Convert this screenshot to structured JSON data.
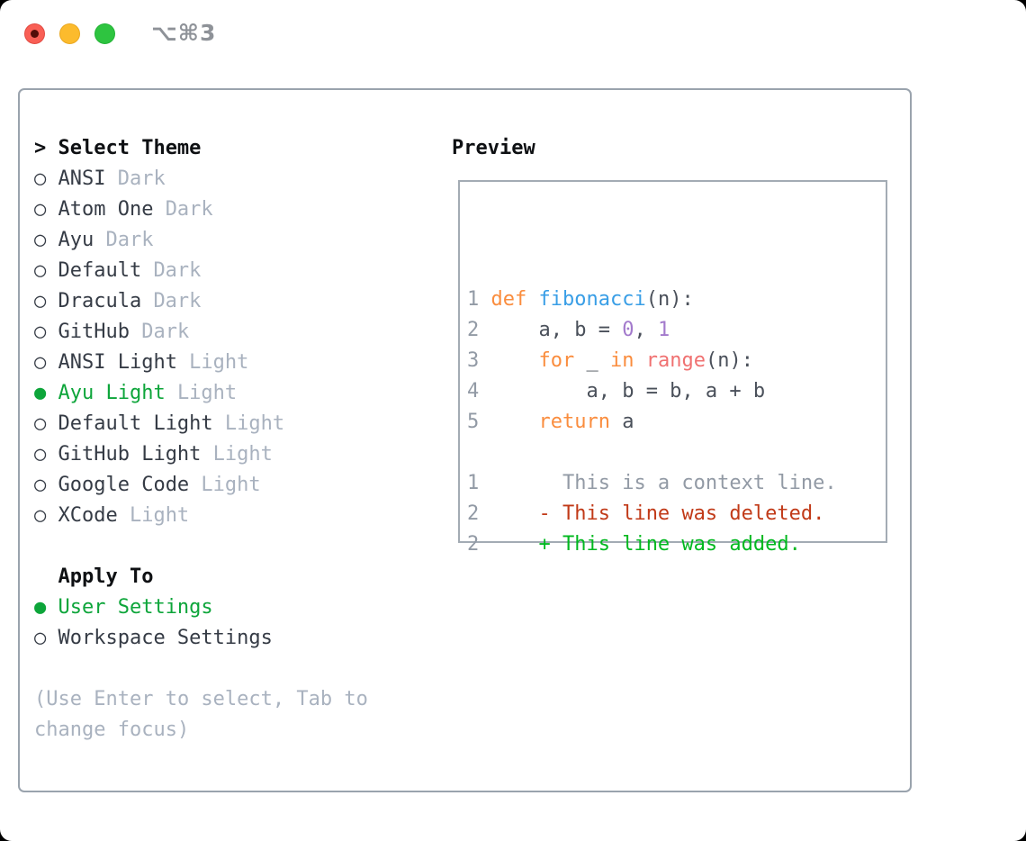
{
  "window": {
    "title": "⌥⌘3",
    "traffic_lights": {
      "close_color": "#f95f55",
      "minimize_color": "#fcbb2d",
      "zoom_color": "#2ec440"
    }
  },
  "theme_panel": {
    "header": {
      "marker": ">",
      "label": "Select Theme"
    },
    "themes": [
      {
        "marker": "○",
        "name": "ANSI",
        "tag": "Dark",
        "selected": false
      },
      {
        "marker": "○",
        "name": "Atom One",
        "tag": "Dark",
        "selected": false
      },
      {
        "marker": "○",
        "name": "Ayu",
        "tag": "Dark",
        "selected": false
      },
      {
        "marker": "○",
        "name": "Default",
        "tag": "Dark",
        "selected": false
      },
      {
        "marker": "○",
        "name": "Dracula",
        "tag": "Dark",
        "selected": false
      },
      {
        "marker": "○",
        "name": "GitHub",
        "tag": "Dark",
        "selected": false
      },
      {
        "marker": "○",
        "name": "ANSI Light",
        "tag": "Light",
        "selected": false
      },
      {
        "marker": "●",
        "name": "Ayu Light",
        "tag": "Light",
        "selected": true
      },
      {
        "marker": "○",
        "name": "Default Light",
        "tag": "Light",
        "selected": false
      },
      {
        "marker": "○",
        "name": "GitHub Light",
        "tag": "Light",
        "selected": false
      },
      {
        "marker": "○",
        "name": "Google Code",
        "tag": "Light",
        "selected": false
      },
      {
        "marker": "○",
        "name": "XCode",
        "tag": "Light",
        "selected": false
      }
    ],
    "apply_to": {
      "label": "Apply To",
      "options": [
        {
          "marker": "●",
          "name": "User Settings",
          "selected": true
        },
        {
          "marker": "○",
          "name": "Workspace Settings",
          "selected": false
        }
      ]
    },
    "help_text": "(Use Enter to select, Tab to change focus)"
  },
  "preview": {
    "title": "Preview",
    "lines": [
      {
        "segs": [
          [
            "1",
            "ln"
          ],
          [
            " ",
            ""
          ],
          [
            "def",
            "kw"
          ],
          [
            " ",
            ""
          ],
          [
            "fibonacci",
            "fn"
          ],
          [
            "(n):",
            ""
          ]
        ]
      },
      {
        "segs": [
          [
            "2",
            "ln"
          ],
          [
            "     ",
            ""
          ],
          [
            "a, b = ",
            ""
          ],
          [
            "0",
            "nu"
          ],
          [
            ", ",
            ""
          ],
          [
            "1",
            "nu"
          ]
        ]
      },
      {
        "segs": [
          [
            "3",
            "ln"
          ],
          [
            "     ",
            ""
          ],
          [
            "for",
            "kw"
          ],
          [
            " _ ",
            ""
          ],
          [
            "in",
            "kw"
          ],
          [
            " ",
            ""
          ],
          [
            "range",
            "bi"
          ],
          [
            "(n):",
            ""
          ]
        ]
      },
      {
        "segs": [
          [
            "4",
            "ln"
          ],
          [
            "         ",
            ""
          ],
          [
            "a, b = b, a + b",
            ""
          ]
        ]
      },
      {
        "segs": [
          [
            "5",
            "ln"
          ],
          [
            "     ",
            ""
          ],
          [
            "return",
            "kw"
          ],
          [
            " a",
            ""
          ]
        ]
      },
      {
        "segs": []
      },
      {
        "segs": [
          [
            "1",
            "ln"
          ],
          [
            "       ",
            ""
          ],
          [
            "This is a context line.",
            "ctx"
          ]
        ]
      },
      {
        "segs": [
          [
            "2",
            "ln"
          ],
          [
            "     ",
            ""
          ],
          [
            "- This line was deleted.",
            "del"
          ]
        ]
      },
      {
        "segs": [
          [
            "2",
            "ln"
          ],
          [
            "     ",
            ""
          ],
          [
            "+ This line was added.",
            "add"
          ]
        ]
      }
    ]
  },
  "colors": {
    "accent_green": "#0da53a",
    "added_green": "#00b81f",
    "deleted_red": "#c13a18",
    "keyword_orange": "#fa8d3e",
    "function_blue": "#399ee6",
    "number_purple": "#a37acc",
    "builtin_coral": "#f07171",
    "muted_gray": "#a9b2bf",
    "line_number_gray": "#929aa5",
    "text_dark": "#353b45",
    "border_gray": "#9aa3ad"
  }
}
